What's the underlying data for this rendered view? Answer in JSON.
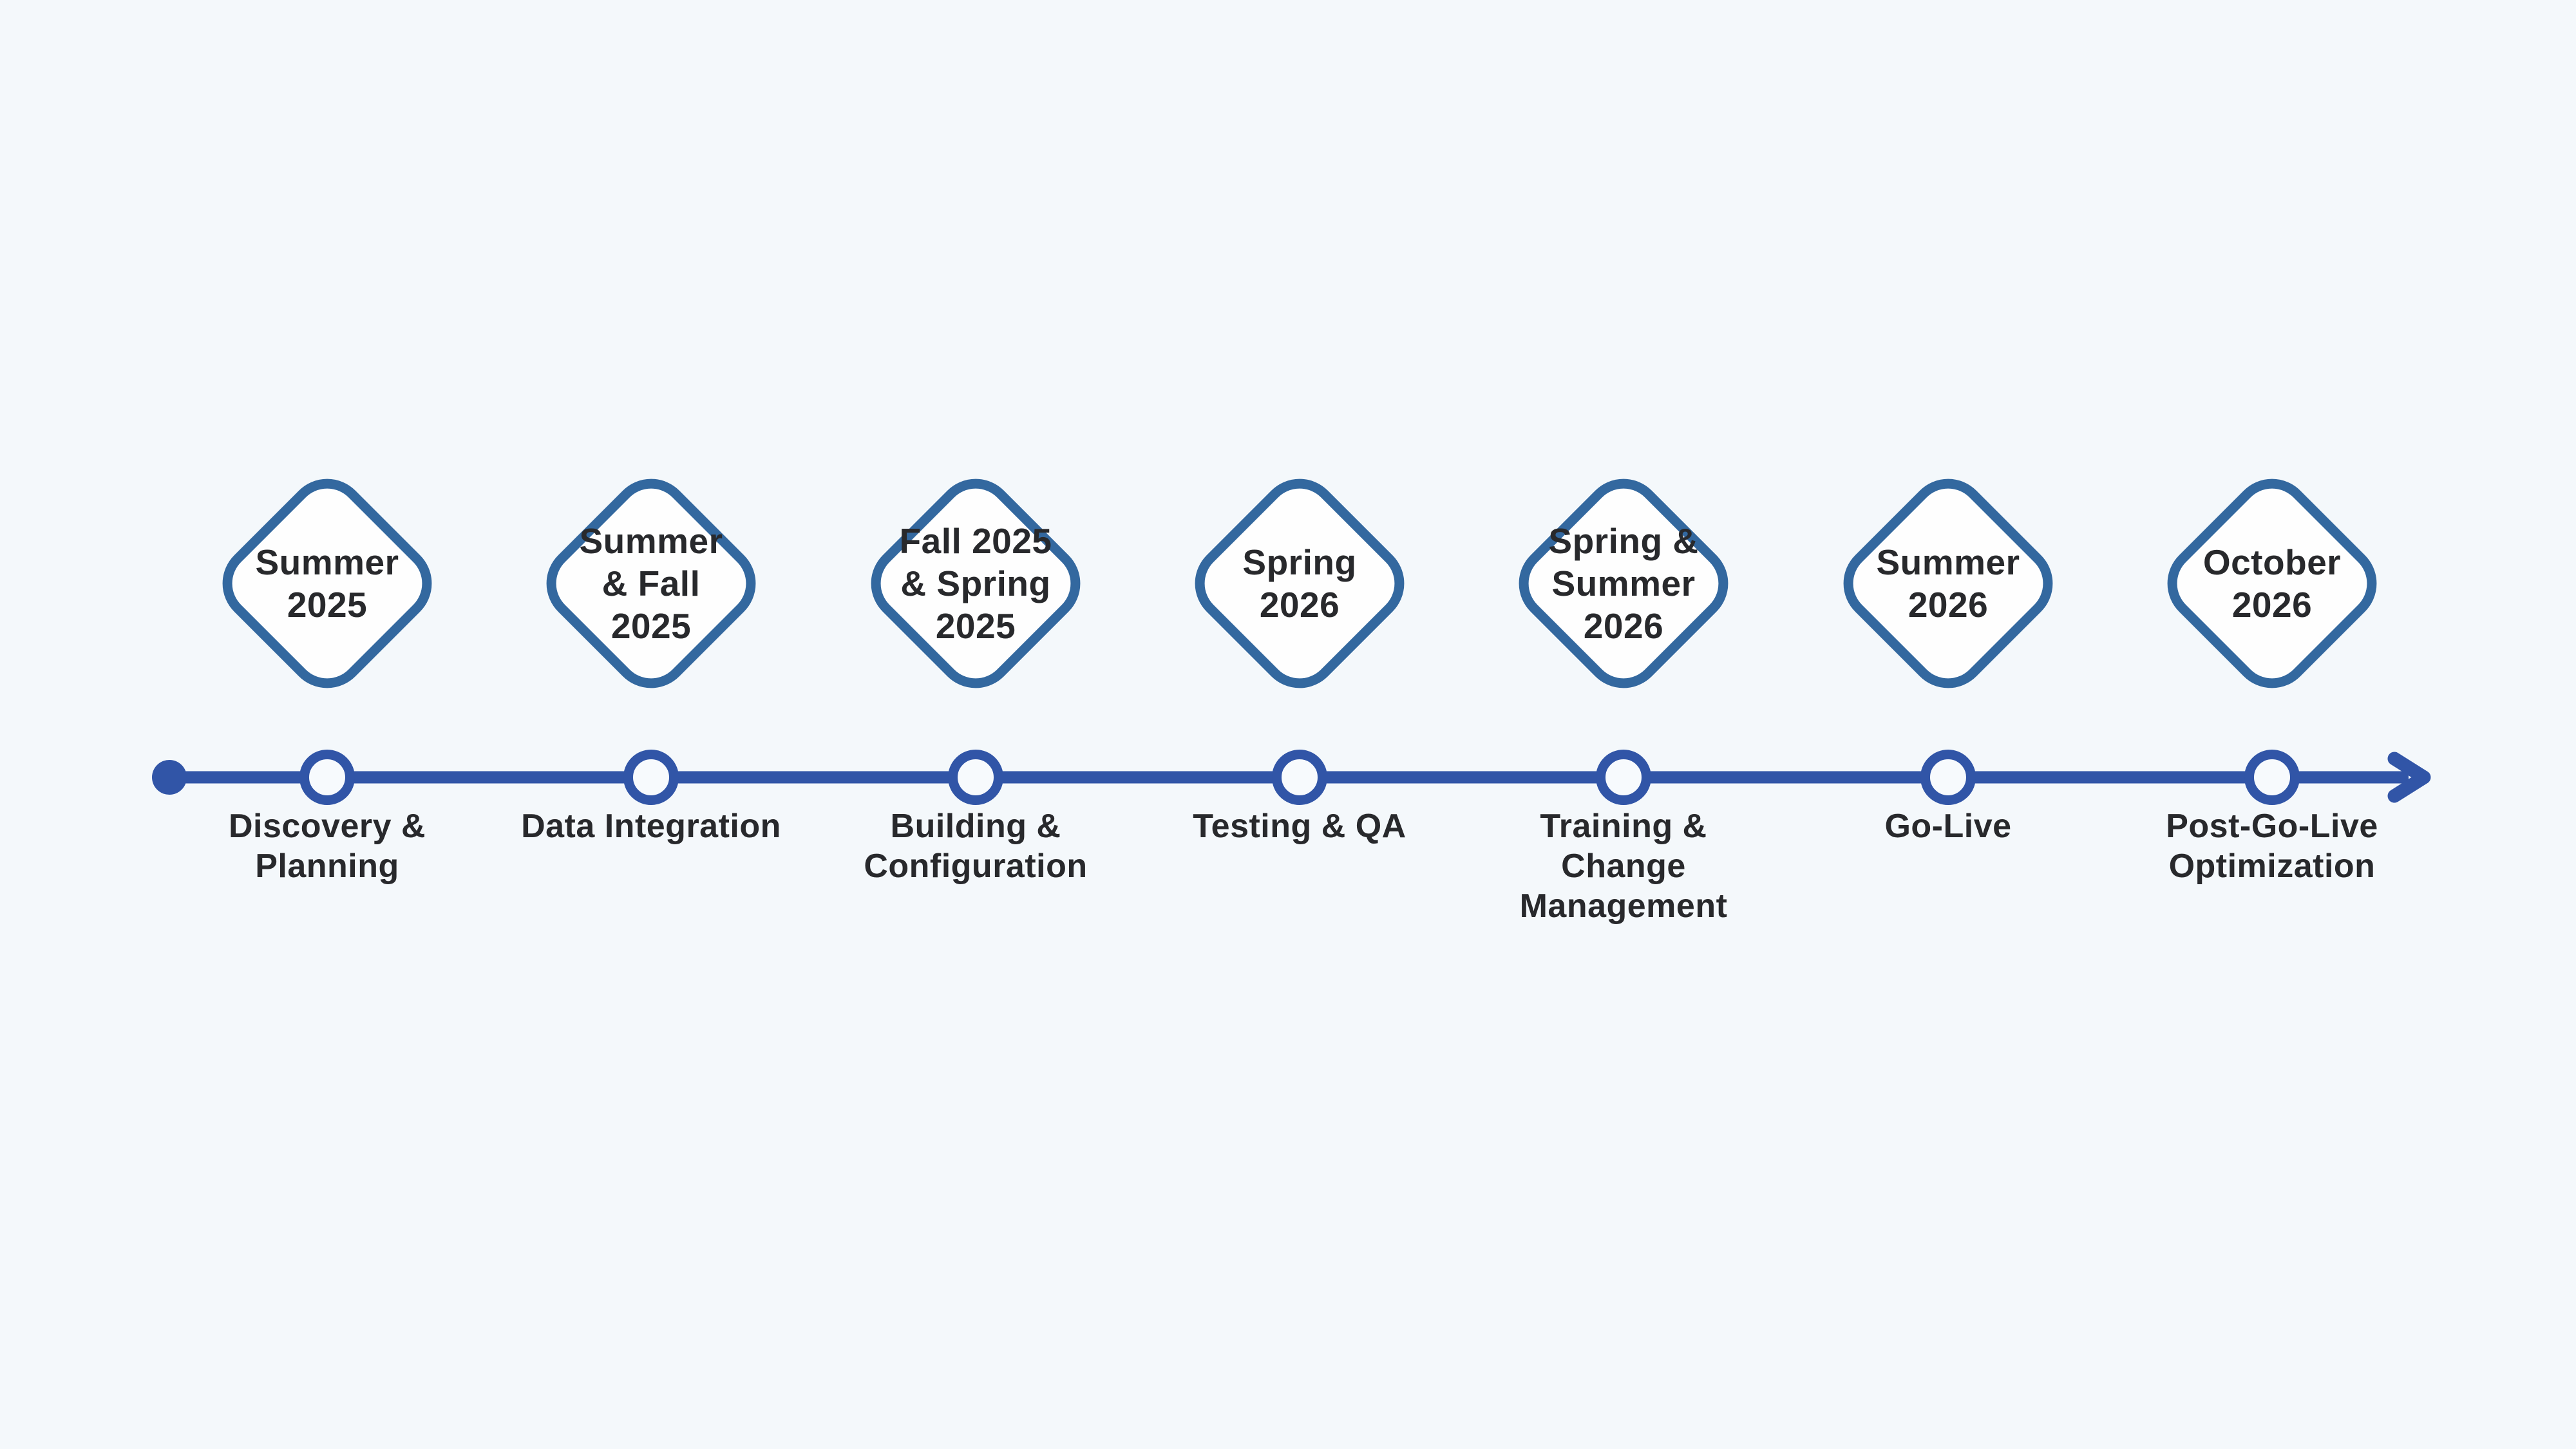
{
  "canvas": {
    "background_color": "#F4F8FB"
  },
  "timeline": {
    "line_color": "#3155A7",
    "node_ring_color": "#3155A7",
    "diamond_border_color": "#33689F",
    "diamond_fill_color": "#FEFEFE",
    "text_color": "#28292C",
    "milestones": [
      {
        "date": "Summer\n2025",
        "label": "Discovery &\nPlanning"
      },
      {
        "date": "Summer\n& Fall\n2025",
        "label": "Data Integration"
      },
      {
        "date": "Fall 2025\n& Spring\n2025",
        "label": "Building &\nConfiguration"
      },
      {
        "date": "Spring\n2026",
        "label": "Testing & QA"
      },
      {
        "date": "Spring &\nSummer\n2026",
        "label": "Training &\nChange\nManagement"
      },
      {
        "date": "Summer\n2026",
        "label": "Go-Live"
      },
      {
        "date": "October\n2026",
        "label": "Post-Go-Live\nOptimization"
      }
    ]
  }
}
